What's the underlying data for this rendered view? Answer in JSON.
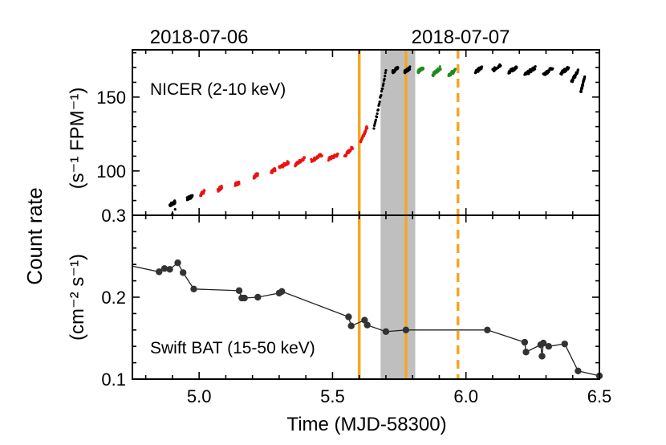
{
  "date_labels": [
    "2018-07-06",
    "2018-07-07"
  ],
  "colors": {
    "orange": "#f5a623",
    "gray_band": "#bfbfbf",
    "red": "#ee1111",
    "green": "#1f8a1f",
    "black": "#000000",
    "bat_line": "#222222"
  },
  "chart_data": [
    {
      "type": "scatter",
      "panel": "top",
      "annotation": "NICER (2-10 keV)",
      "ylabel_top": "(s⁻¹ FPM⁻¹)",
      "ylabel_shared": "Count rate",
      "xlim": [
        4.75,
        6.5
      ],
      "ylim": [
        70,
        182
      ],
      "yticks": [
        100,
        150
      ],
      "grid": false,
      "x_marks": {
        "shaded_band": [
          5.68,
          5.81
        ],
        "solid_lines": [
          5.6,
          5.775
        ],
        "dashed_line": 5.97
      },
      "segments": [
        {
          "color": "black",
          "x_start": 4.89,
          "x_end": 4.91,
          "y_start": 77,
          "y_end": 79
        },
        {
          "color": "black",
          "x_start": 4.955,
          "x_end": 4.975,
          "y_start": 81,
          "y_end": 83
        },
        {
          "color": "red",
          "x_start": 5.005,
          "x_end": 5.02,
          "y_start": 84,
          "y_end": 86
        },
        {
          "color": "red",
          "x_start": 5.07,
          "x_end": 5.085,
          "y_start": 87,
          "y_end": 89
        },
        {
          "color": "red",
          "x_start": 5.135,
          "x_end": 5.15,
          "y_start": 91,
          "y_end": 92
        },
        {
          "color": "red",
          "x_start": 5.205,
          "x_end": 5.22,
          "y_start": 96,
          "y_end": 98
        },
        {
          "color": "red",
          "x_start": 5.27,
          "x_end": 5.285,
          "y_start": 99,
          "y_end": 101
        },
        {
          "color": "red",
          "x_start": 5.3,
          "x_end": 5.335,
          "y_start": 102,
          "y_end": 106
        },
        {
          "color": "red",
          "x_start": 5.36,
          "x_end": 5.395,
          "y_start": 104,
          "y_end": 109
        },
        {
          "color": "red",
          "x_start": 5.42,
          "x_end": 5.46,
          "y_start": 107,
          "y_end": 111
        },
        {
          "color": "red",
          "x_start": 5.485,
          "x_end": 5.52,
          "y_start": 108,
          "y_end": 111
        },
        {
          "color": "red",
          "x_start": 5.545,
          "x_end": 5.575,
          "y_start": 110,
          "y_end": 116
        },
        {
          "color": "red",
          "x_start": 5.605,
          "x_end": 5.63,
          "y_start": 120,
          "y_end": 130
        },
        {
          "color": "black",
          "x_start": 5.655,
          "x_end": 5.7,
          "y_start": 128,
          "y_end": 168
        },
        {
          "color": "black",
          "x_start": 5.725,
          "x_end": 5.745,
          "y_start": 167,
          "y_end": 170
        },
        {
          "color": "black",
          "x_start": 5.77,
          "x_end": 5.79,
          "y_start": 167,
          "y_end": 170
        },
        {
          "color": "green",
          "x_start": 5.82,
          "x_end": 5.84,
          "y_start": 167,
          "y_end": 170
        },
        {
          "color": "green",
          "x_start": 5.875,
          "x_end": 5.905,
          "y_start": 165,
          "y_end": 170
        },
        {
          "color": "green",
          "x_start": 5.935,
          "x_end": 5.96,
          "y_start": 165,
          "y_end": 168
        },
        {
          "color": "black",
          "x_start": 6.035,
          "x_end": 6.06,
          "y_start": 167,
          "y_end": 170
        },
        {
          "color": "black",
          "x_start": 6.1,
          "x_end": 6.13,
          "y_start": 168,
          "y_end": 172
        },
        {
          "color": "black",
          "x_start": 6.16,
          "x_end": 6.19,
          "y_start": 167,
          "y_end": 170
        },
        {
          "color": "black",
          "x_start": 6.22,
          "x_end": 6.26,
          "y_start": 165,
          "y_end": 170
        },
        {
          "color": "black",
          "x_start": 6.29,
          "x_end": 6.325,
          "y_start": 165,
          "y_end": 170
        },
        {
          "color": "black",
          "x_start": 6.355,
          "x_end": 6.385,
          "y_start": 166,
          "y_end": 170
        },
        {
          "color": "black",
          "x_start": 6.395,
          "x_end": 6.42,
          "y_start": 160,
          "y_end": 168
        },
        {
          "color": "black",
          "x_start": 6.43,
          "x_end": 6.445,
          "y_start": 153,
          "y_end": 164
        }
      ],
      "outliers": [
        {
          "x": 4.9,
          "y": 71
        },
        {
          "x": 4.91,
          "y": 74
        }
      ]
    },
    {
      "type": "line",
      "panel": "bottom",
      "annotation": "Swift BAT (15-50 keV)",
      "ylabel": "(cm⁻² s⁻¹)",
      "xlabel": "Time (MJD-58300)",
      "xlim": [
        4.75,
        6.5
      ],
      "ylim": [
        0.1,
        0.3
      ],
      "yticks": [
        0.1,
        0.2,
        0.3
      ],
      "xticks": [
        5.0,
        5.5,
        6.0,
        6.5
      ],
      "grid": false,
      "x": [
        4.72,
        4.85,
        4.87,
        4.89,
        4.92,
        4.94,
        4.98,
        5.15,
        5.16,
        5.17,
        5.22,
        5.3,
        5.31,
        5.56,
        5.57,
        5.62,
        5.63,
        5.7,
        5.775,
        6.08,
        6.22,
        6.225,
        6.28,
        6.285,
        6.29,
        6.31,
        6.37,
        6.42,
        6.5
      ],
      "y": [
        0.24,
        0.231,
        0.235,
        0.234,
        0.242,
        0.23,
        0.21,
        0.208,
        0.199,
        0.199,
        0.2,
        0.205,
        0.207,
        0.176,
        0.165,
        0.172,
        0.166,
        0.158,
        0.16,
        0.16,
        0.145,
        0.133,
        0.142,
        0.128,
        0.144,
        0.14,
        0.143,
        0.11,
        0.104
      ]
    }
  ]
}
